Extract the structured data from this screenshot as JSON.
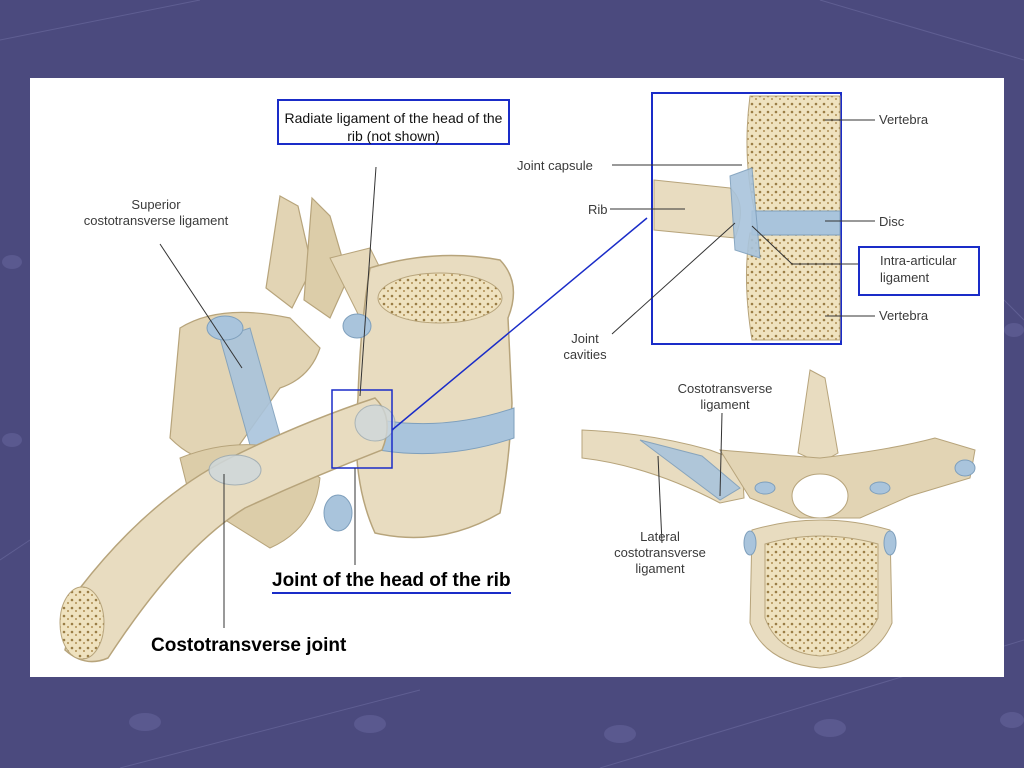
{
  "colors": {
    "slide_background": "#4b4a7e",
    "panel_background": "#ffffff",
    "bone": "#e8dcc0",
    "bone_shadow": "#c8b88f",
    "ligament": "#a9c4dc",
    "highlight_box": "#1a2cc8",
    "leader_line": "#333333"
  },
  "labels": {
    "radiate_ligament": "Radiate ligament of the head of the rib (not shown)",
    "superior_costotransverse_line1": "Superior",
    "superior_costotransverse_line2": "costotransverse ligament",
    "joint_capsule": "Joint capsule",
    "rib": "Rib",
    "vertebra_top": "Vertebra",
    "disc": "Disc",
    "intra_articular_line1": "Intra-articular",
    "intra_articular_line2": "ligament",
    "vertebra_bottom": "Vertebra",
    "joint_cavities_line1": "Joint",
    "joint_cavities_line2": "cavities",
    "costotransverse_ligament_line1": "Costotransverse",
    "costotransverse_ligament_line2": "ligament",
    "lateral_line1": "Lateral",
    "lateral_line2": "costotransverse",
    "lateral_line3": "ligament",
    "joint_head_rib": "Joint of the head of the rib",
    "costotransverse_joint": "Costotransverse joint"
  }
}
